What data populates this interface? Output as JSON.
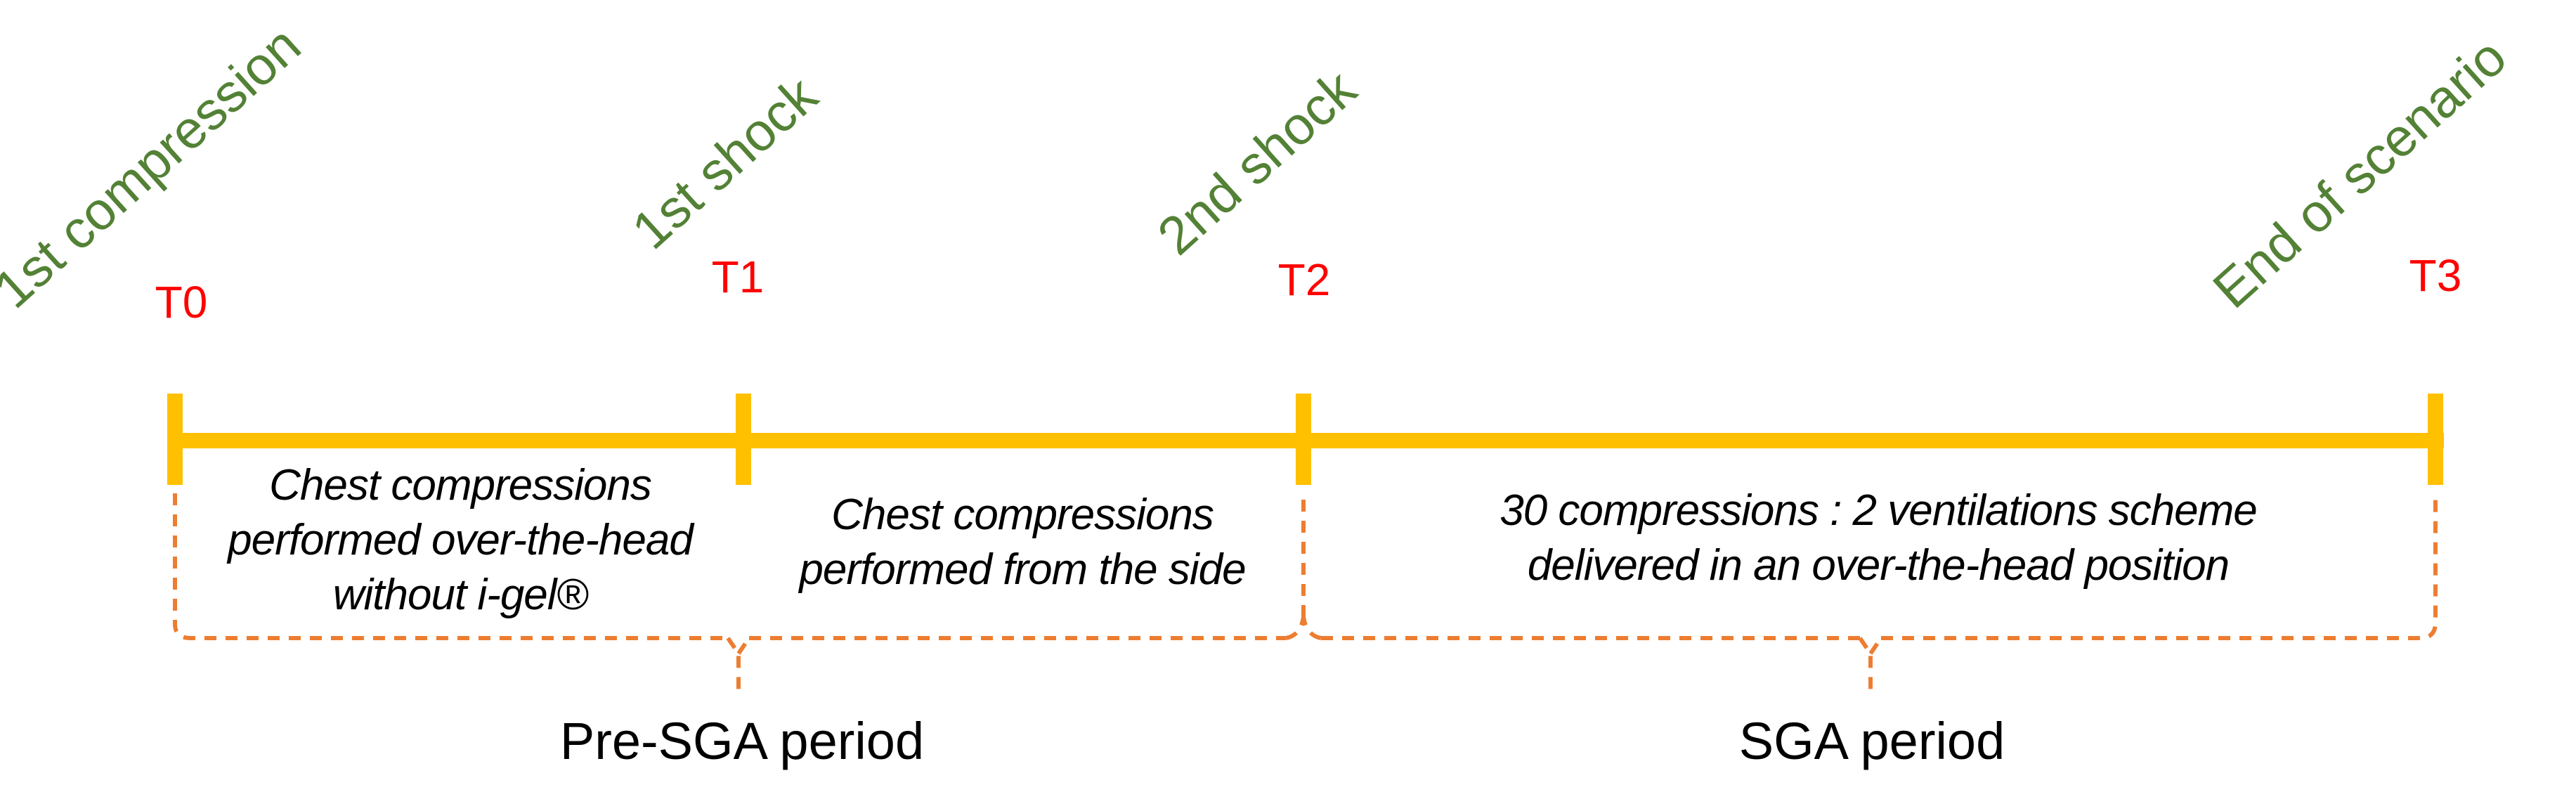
{
  "colors": {
    "timeline": "#FFC000",
    "brace": "#ED7D31",
    "event_label": "#538135",
    "time_label": "#FF0000",
    "text": "#000000"
  },
  "events": [
    {
      "label": "1st compression",
      "time": "T0"
    },
    {
      "label": "1st shock",
      "time": "T1"
    },
    {
      "label": "2nd shock",
      "time": "T2"
    },
    {
      "label": "End of scenario",
      "time": "T3"
    }
  ],
  "segments": [
    {
      "lines": [
        "Chest compressions",
        "performed over-the-head",
        "without i-gel®"
      ]
    },
    {
      "lines": [
        "Chest compressions",
        "performed from the side"
      ]
    },
    {
      "lines": [
        "30 compressions : 2 ventilations scheme",
        "delivered in an over-the-head position"
      ]
    }
  ],
  "periods": [
    {
      "label": "Pre-SGA period"
    },
    {
      "label": "SGA period"
    }
  ]
}
